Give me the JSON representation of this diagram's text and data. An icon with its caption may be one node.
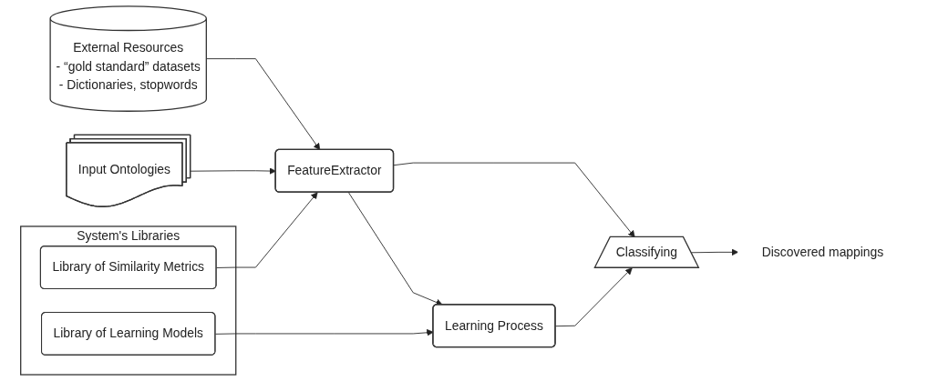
{
  "diagram": {
    "nodes": [
      {
        "text": [
          "External Resources",
          "- “gold standard” datasets",
          "- Dictionaries, stopwords"
        ]
      },
      {
        "text": [
          "Input Ontologies"
        ]
      },
      {
        "text": [
          "Discovered mappings"
        ]
      },
      {
        "text": [
          "FeatureExtractor"
        ]
      },
      {
        "text": [
          "Classifying"
        ]
      },
      {
        "text": [
          "System's Libraries"
        ]
      },
      {
        "text": [
          "Library of Similarity Metrics"
        ],
        "in": 5
      },
      {
        "text": [
          "Library of Learning Models"
        ],
        "in": 5
      },
      {
        "text": [
          "Learning Process"
        ]
      }
    ],
    "edges": [
      {
        "from": 0,
        "to": 3,
        "arrow": "to"
      },
      {
        "from": 1,
        "to": 3,
        "arrow": "to"
      },
      {
        "from": 3,
        "to": 4,
        "arrow": "to"
      },
      {
        "from": 4,
        "to": 2,
        "arrow": "to"
      },
      {
        "from": 6,
        "to": 3,
        "arrow": "to"
      },
      {
        "from": 3,
        "to": 8,
        "arrow": "to"
      },
      {
        "from": 8,
        "to": 4,
        "arrow": "to"
      },
      {
        "from": 7,
        "to": 8,
        "arrow": "to"
      }
    ]
  }
}
